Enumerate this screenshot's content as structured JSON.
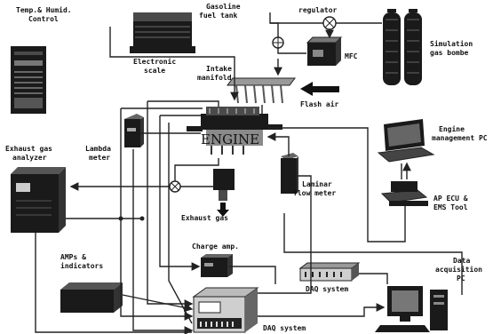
{
  "labels": {
    "temp_control": [
      "Temp.& Humid.",
      "Control"
    ],
    "gasoline_tank": [
      "Gasoline",
      "fuel tank"
    ],
    "electronic_scale": [
      "Electronic",
      "scale"
    ],
    "regulator": "regulator",
    "mfc": "MFC",
    "simulation_gas": [
      "Simulation",
      "gas bombe"
    ],
    "intake_manifold": [
      "Intake",
      "manifold"
    ],
    "flash_air": "Flash air",
    "engine": "ENGINE",
    "engine_pc": [
      "Engine",
      "management PC"
    ],
    "exhaust_analyzer": [
      "Exhaust gas",
      "analyzer"
    ],
    "lambda_meter": [
      "Lambda",
      "meter"
    ],
    "laminar_flow": [
      "Laminar",
      "flow meter"
    ],
    "ecu_tool": [
      "AP ECU &",
      "EMS Tool"
    ],
    "exhaust_gas": "Exhaust gas",
    "charge_amp": "Charge amp.",
    "amps_indicators": [
      "AMPs &",
      "indicators"
    ],
    "daq_small": "DAQ system",
    "daq_large": "DAQ system",
    "data_pc": [
      "Data",
      "acquisition",
      "PC"
    ]
  },
  "colors": {
    "ink": "#111111",
    "device_dark": "#1a1a1a",
    "background": "#ffffff"
  }
}
